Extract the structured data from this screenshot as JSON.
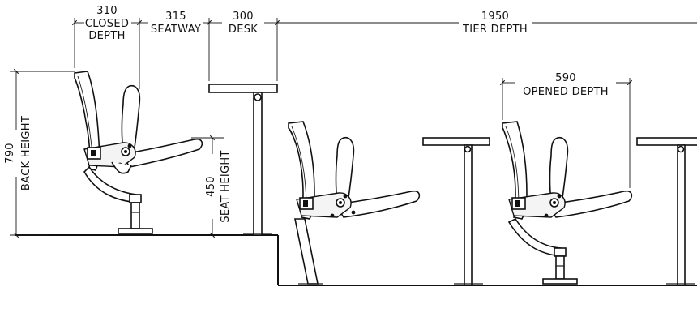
{
  "dimensions": {
    "closed_depth": {
      "value": "310",
      "label_line1": "CLOSED",
      "label_line2": "DEPTH"
    },
    "seatway": {
      "value": "315",
      "label": "SEATWAY"
    },
    "desk": {
      "value": "300",
      "label": "DESK"
    },
    "tier_depth": {
      "value": "1950",
      "label": "TIER DEPTH"
    },
    "opened_depth": {
      "value": "590",
      "label": "OPENED DEPTH"
    },
    "back_height": {
      "value": "790",
      "label": "BACK HEIGHT"
    },
    "seat_height": {
      "value": "450",
      "label": "SEAT HEIGHT"
    }
  },
  "colors": {
    "line": "#111111",
    "background": "#ffffff"
  },
  "icons": [
    "folding-seat",
    "desk"
  ]
}
